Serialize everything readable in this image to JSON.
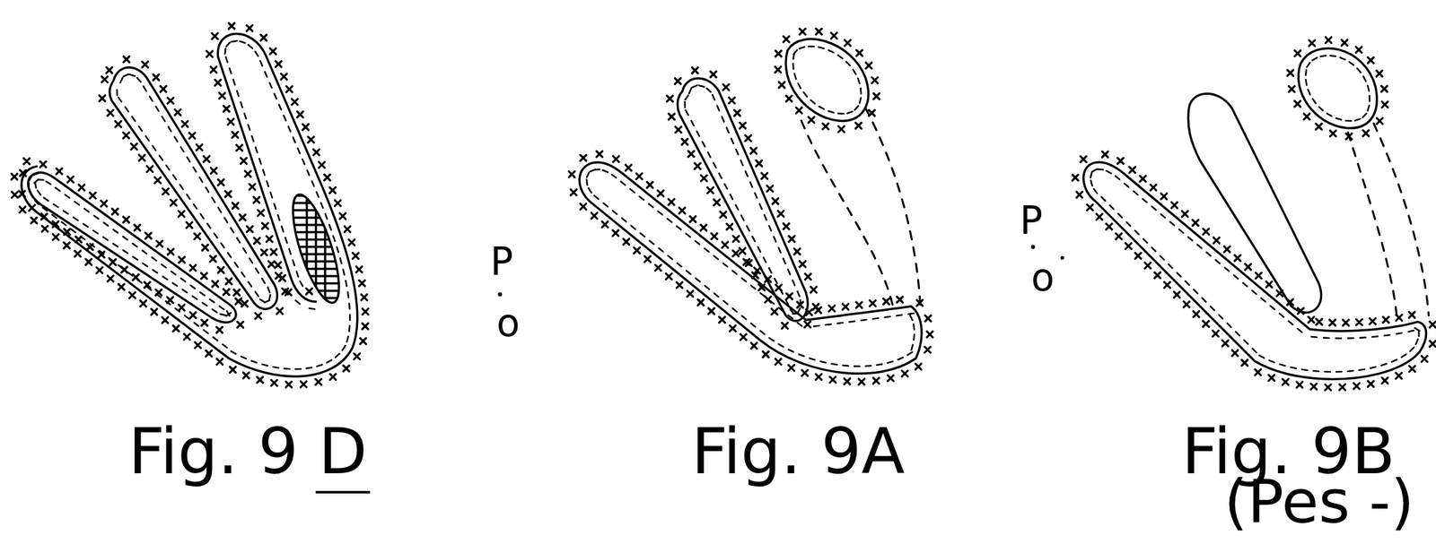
{
  "diagram": {
    "labels": [
      "Fig. 9 D",
      "P",
      "o",
      "Fig. 9A",
      "P",
      "o",
      "Fig. 9B",
      "(Pes -)"
    ]
  }
}
